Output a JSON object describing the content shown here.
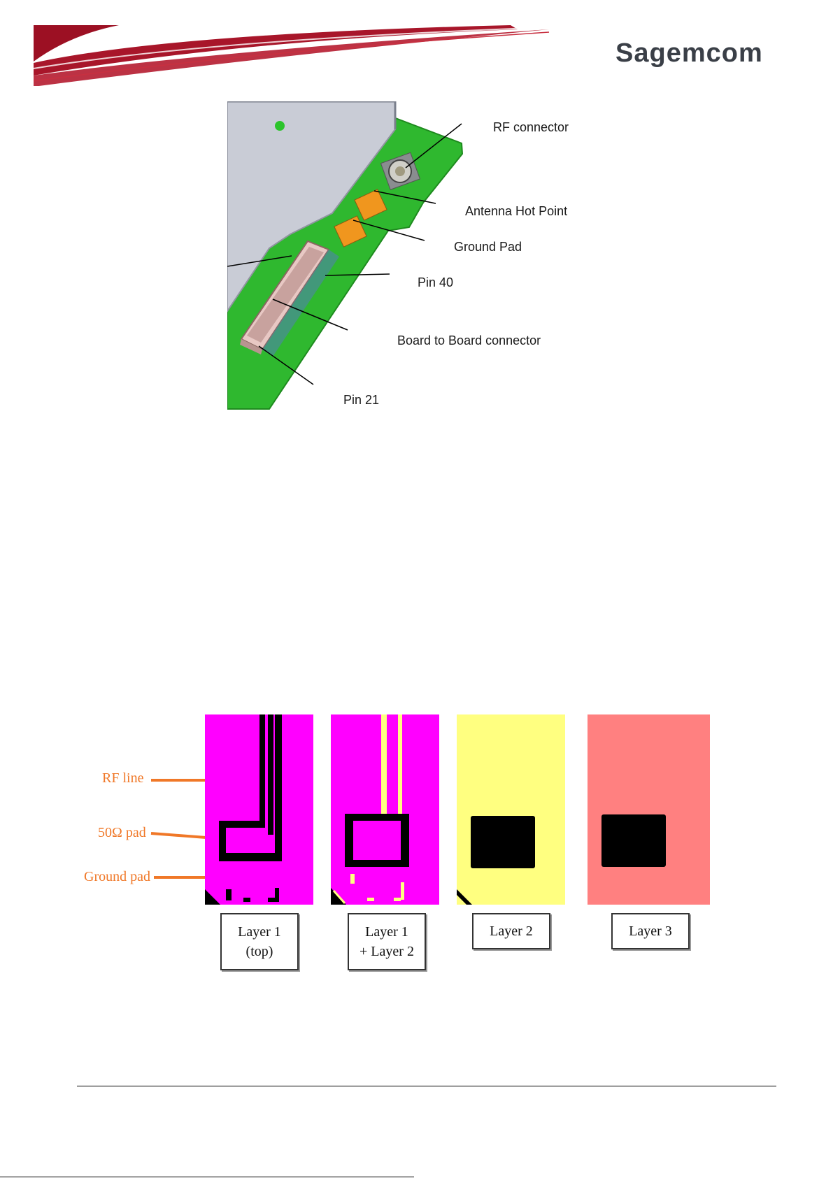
{
  "header": {
    "logo_text": "Sagemcom"
  },
  "figure1": {
    "callouts": {
      "rf_connector": "RF connector",
      "antenna_hot_point": "Antenna Hot Point",
      "ground_pad": "Ground Pad",
      "pin40": "Pin 40",
      "b2b_connector": "Board to Board connector",
      "pin21": "Pin 21"
    }
  },
  "figure2": {
    "annotations": {
      "rf_line": "RF line",
      "pad_50": "50Ω pad",
      "ground_pad": "Ground pad"
    },
    "layers": [
      {
        "line1": "Layer 1",
        "line2": "(top)",
        "color": "#ff00ff"
      },
      {
        "line1": "Layer 1",
        "line2": "+ Layer 2",
        "color": "#ff00ff"
      },
      {
        "line1": "Layer 2",
        "line2": "",
        "color": "#ffff80"
      },
      {
        "line1": "Layer 3",
        "line2": "",
        "color": "#ff8080"
      }
    ]
  }
}
